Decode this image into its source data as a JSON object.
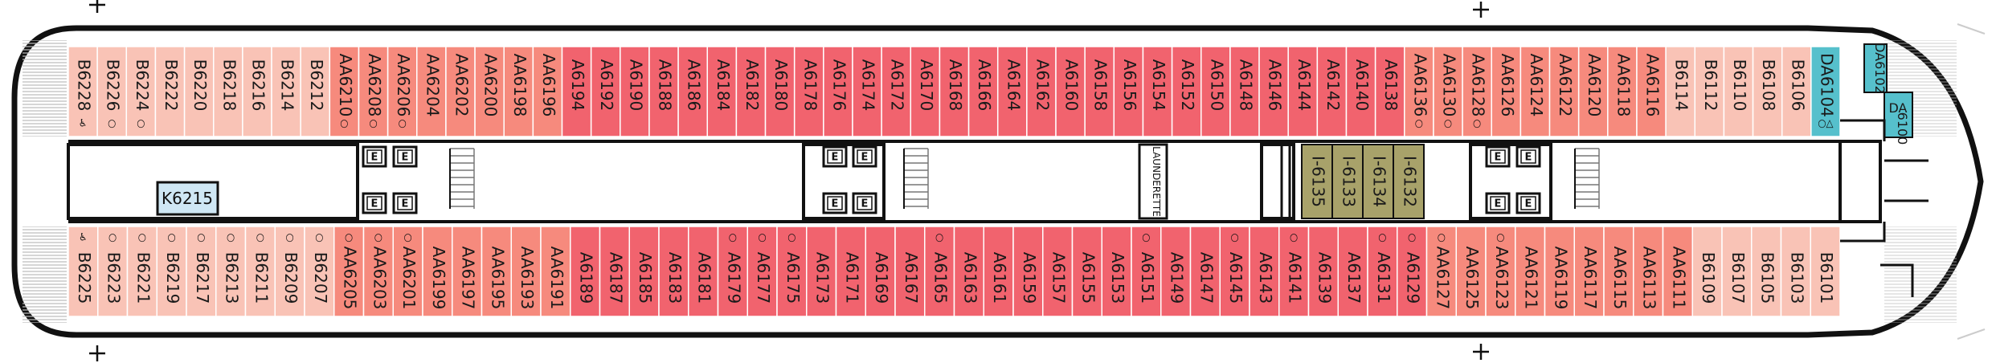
{
  "colors": {
    "B": "#f9c3b6",
    "AA": "#f68a7d",
    "A": "#f1636e",
    "I": "#a8a26a",
    "DA": "#56c0cc",
    "K": "#cfe7f4",
    "hull_stroke": "#111111",
    "deck_stripes": "#bbbbbb"
  },
  "legend_symbols": {
    "accessible": "♿",
    "partial": "○",
    "triangle": "△"
  },
  "top_row": [
    {
      "id": "B6228",
      "cat": "B",
      "sym": "accessible"
    },
    {
      "id": "B6226",
      "cat": "B",
      "sym": "partial"
    },
    {
      "id": "B6224",
      "cat": "B",
      "sym": "partial"
    },
    {
      "id": "B6222",
      "cat": "B"
    },
    {
      "id": "B6220",
      "cat": "B"
    },
    {
      "id": "B6218",
      "cat": "B"
    },
    {
      "id": "B6216",
      "cat": "B"
    },
    {
      "id": "B6214",
      "cat": "B"
    },
    {
      "id": "B6212",
      "cat": "B"
    },
    {
      "id": "AA6210",
      "cat": "AA",
      "sym": "partial"
    },
    {
      "id": "AA6208",
      "cat": "AA",
      "sym": "partial"
    },
    {
      "id": "AA6206",
      "cat": "AA",
      "sym": "partial"
    },
    {
      "id": "AA6204",
      "cat": "AA"
    },
    {
      "id": "AA6202",
      "cat": "AA"
    },
    {
      "id": "AA6200",
      "cat": "AA"
    },
    {
      "id": "AA6198",
      "cat": "AA"
    },
    {
      "id": "AA6196",
      "cat": "AA"
    },
    {
      "id": "A6194",
      "cat": "A"
    },
    {
      "id": "A6192",
      "cat": "A"
    },
    {
      "id": "A6190",
      "cat": "A"
    },
    {
      "id": "A6188",
      "cat": "A"
    },
    {
      "id": "A6186",
      "cat": "A"
    },
    {
      "id": "A6184",
      "cat": "A"
    },
    {
      "id": "A6182",
      "cat": "A"
    },
    {
      "id": "A6180",
      "cat": "A"
    },
    {
      "id": "A6178",
      "cat": "A"
    },
    {
      "id": "A6176",
      "cat": "A"
    },
    {
      "id": "A6174",
      "cat": "A"
    },
    {
      "id": "A6172",
      "cat": "A"
    },
    {
      "id": "A6170",
      "cat": "A"
    },
    {
      "id": "A6168",
      "cat": "A"
    },
    {
      "id": "A6166",
      "cat": "A"
    },
    {
      "id": "A6164",
      "cat": "A"
    },
    {
      "id": "A6162",
      "cat": "A"
    },
    {
      "id": "A6160",
      "cat": "A"
    },
    {
      "id": "A6158",
      "cat": "A"
    },
    {
      "id": "A6156",
      "cat": "A"
    },
    {
      "id": "A6154",
      "cat": "A"
    },
    {
      "id": "A6152",
      "cat": "A"
    },
    {
      "id": "A6150",
      "cat": "A"
    },
    {
      "id": "A6148",
      "cat": "A"
    },
    {
      "id": "A6146",
      "cat": "A"
    },
    {
      "id": "A6144",
      "cat": "A"
    },
    {
      "id": "A6142",
      "cat": "A"
    },
    {
      "id": "A6140",
      "cat": "A"
    },
    {
      "id": "A6138",
      "cat": "A"
    },
    {
      "id": "AA6136",
      "cat": "AA",
      "sym": "partial"
    },
    {
      "id": "AA6130",
      "cat": "AA",
      "sym": "partial"
    },
    {
      "id": "AA6128",
      "cat": "AA",
      "sym": "partial"
    },
    {
      "id": "AA6126",
      "cat": "AA"
    },
    {
      "id": "AA6124",
      "cat": "AA"
    },
    {
      "id": "AA6122",
      "cat": "AA"
    },
    {
      "id": "AA6120",
      "cat": "AA"
    },
    {
      "id": "AA6118",
      "cat": "AA"
    },
    {
      "id": "AA6116",
      "cat": "AA"
    },
    {
      "id": "B6114",
      "cat": "B"
    },
    {
      "id": "B6112",
      "cat": "B"
    },
    {
      "id": "B6110",
      "cat": "B"
    },
    {
      "id": "B6108",
      "cat": "B"
    },
    {
      "id": "B6106",
      "cat": "B"
    },
    {
      "id": "DA6104",
      "cat": "DA",
      "sym": "multi"
    }
  ],
  "bottom_row": [
    {
      "id": "B6225",
      "cat": "B",
      "sym": "accessible"
    },
    {
      "id": "B6223",
      "cat": "B",
      "sym": "partial"
    },
    {
      "id": "B6221",
      "cat": "B",
      "sym": "partial"
    },
    {
      "id": "B6219",
      "cat": "B",
      "sym": "partial"
    },
    {
      "id": "B6217",
      "cat": "B",
      "sym": "partial"
    },
    {
      "id": "B6213",
      "cat": "B",
      "sym": "partial"
    },
    {
      "id": "B6211",
      "cat": "B",
      "sym": "partial"
    },
    {
      "id": "B6209",
      "cat": "B",
      "sym": "partial"
    },
    {
      "id": "B6207",
      "cat": "B",
      "sym": "partial"
    },
    {
      "id": "AA6205",
      "cat": "AA",
      "sym": "partial"
    },
    {
      "id": "AA6203",
      "cat": "AA",
      "sym": "partial"
    },
    {
      "id": "AA6201",
      "cat": "AA",
      "sym": "partial"
    },
    {
      "id": "AA6199",
      "cat": "AA"
    },
    {
      "id": "AA6197",
      "cat": "AA"
    },
    {
      "id": "AA6195",
      "cat": "AA"
    },
    {
      "id": "AA6193",
      "cat": "AA"
    },
    {
      "id": "AA6191",
      "cat": "AA"
    },
    {
      "id": "A6189",
      "cat": "A"
    },
    {
      "id": "A6187",
      "cat": "A"
    },
    {
      "id": "A6185",
      "cat": "A"
    },
    {
      "id": "A6183",
      "cat": "A"
    },
    {
      "id": "A6181",
      "cat": "A"
    },
    {
      "id": "A6179",
      "cat": "A",
      "sym": "partial"
    },
    {
      "id": "A6177",
      "cat": "A",
      "sym": "partial"
    },
    {
      "id": "A6175",
      "cat": "A",
      "sym": "partial"
    },
    {
      "id": "A6173",
      "cat": "A"
    },
    {
      "id": "A6171",
      "cat": "A"
    },
    {
      "id": "A6169",
      "cat": "A"
    },
    {
      "id": "A6167",
      "cat": "A"
    },
    {
      "id": "A6165",
      "cat": "A",
      "sym": "partial"
    },
    {
      "id": "A6163",
      "cat": "A"
    },
    {
      "id": "A6161",
      "cat": "A"
    },
    {
      "id": "A6159",
      "cat": "A"
    },
    {
      "id": "A6157",
      "cat": "A"
    },
    {
      "id": "A6155",
      "cat": "A"
    },
    {
      "id": "A6153",
      "cat": "A"
    },
    {
      "id": "A6151",
      "cat": "A",
      "sym": "partial"
    },
    {
      "id": "A6149",
      "cat": "A"
    },
    {
      "id": "A6147",
      "cat": "A"
    },
    {
      "id": "A6145",
      "cat": "A",
      "sym": "partial"
    },
    {
      "id": "A6143",
      "cat": "A"
    },
    {
      "id": "A6141",
      "cat": "A",
      "sym": "partial"
    },
    {
      "id": "A6139",
      "cat": "A"
    },
    {
      "id": "A6137",
      "cat": "A"
    },
    {
      "id": "A6131",
      "cat": "A",
      "sym": "partial"
    },
    {
      "id": "A6129",
      "cat": "A",
      "sym": "partial"
    },
    {
      "id": "AA6127",
      "cat": "AA",
      "sym": "partial"
    },
    {
      "id": "AA6125",
      "cat": "AA"
    },
    {
      "id": "AA6123",
      "cat": "AA",
      "sym": "partial"
    },
    {
      "id": "AA6121",
      "cat": "AA"
    },
    {
      "id": "AA6119",
      "cat": "AA"
    },
    {
      "id": "AA6117",
      "cat": "AA"
    },
    {
      "id": "AA6115",
      "cat": "AA"
    },
    {
      "id": "AA6113",
      "cat": "AA"
    },
    {
      "id": "AA6111",
      "cat": "AA"
    },
    {
      "id": "B6109",
      "cat": "B"
    },
    {
      "id": "B6107",
      "cat": "B"
    },
    {
      "id": "B6105",
      "cat": "B"
    },
    {
      "id": "B6103",
      "cat": "B"
    },
    {
      "id": "B6101",
      "cat": "B"
    }
  ],
  "inner_cabins": [
    {
      "id": "I-6135",
      "cat": "I"
    },
    {
      "id": "I-6133",
      "cat": "I"
    },
    {
      "id": "I-6134",
      "cat": "I"
    },
    {
      "id": "I-6132",
      "cat": "I"
    }
  ],
  "forward_cabins": {
    "da6102": {
      "id": "DA6102",
      "cat": "DA"
    },
    "da6100": {
      "id": "DA6100",
      "cat": "DA",
      "line1": "DA",
      "line2": "6100"
    }
  },
  "features": {
    "k_cabin": "K6215",
    "launderette": "LAUNDERETTE",
    "elevator_mark": "E"
  }
}
